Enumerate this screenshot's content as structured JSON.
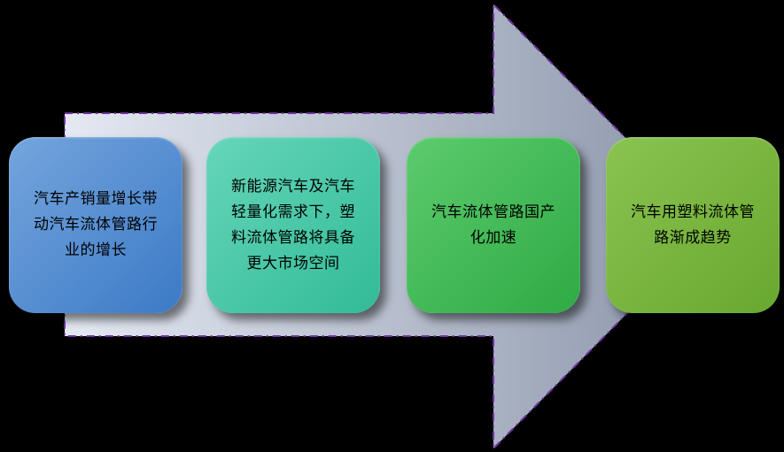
{
  "figure": {
    "background": "#000000",
    "text_color": "#000000",
    "arrow": {
      "shape": "right-block-arrow",
      "gradient_start": "#e4e9f2",
      "gradient_end": "#8a94a9",
      "border_color": "#7233a2"
    },
    "steps": [
      {
        "label": "汽车产销量增长带\n动汽车流体管路行\n业的增长",
        "gradient_start": "#74a5dd",
        "gradient_end": "#3c7ac6"
      },
      {
        "label": "新能源汽车及汽车\n轻量化需求下，塑\n料流体管路将具备\n更大市场空间",
        "gradient_start": "#65d6b9",
        "gradient_end": "#32bb96"
      },
      {
        "label": "汽车流体管路国产\n化加速",
        "gradient_start": "#5ccb6d",
        "gradient_end": "#2faa44"
      },
      {
        "label": "汽车用塑料流体管\n路渐成趋势",
        "gradient_start": "#8ac351",
        "gradient_end": "#68a82e"
      }
    ]
  }
}
